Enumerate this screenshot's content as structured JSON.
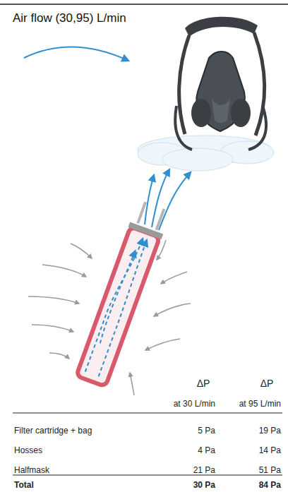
{
  "diagram": {
    "title": "Air flow (30,95) L/min",
    "labels": [
      "ΔP",
      "ΔP",
      "at 30 L/min",
      "at 95 L/min",
      "Filter cartridge + bag",
      "5 Pa",
      "19 Pa",
      "Hosses",
      "4 Pa",
      "14 Pa",
      "Halfmask",
      "21 Pa",
      "51 Pa",
      "Total",
      "30 Pa",
      "84 Pa"
    ]
  }
}
